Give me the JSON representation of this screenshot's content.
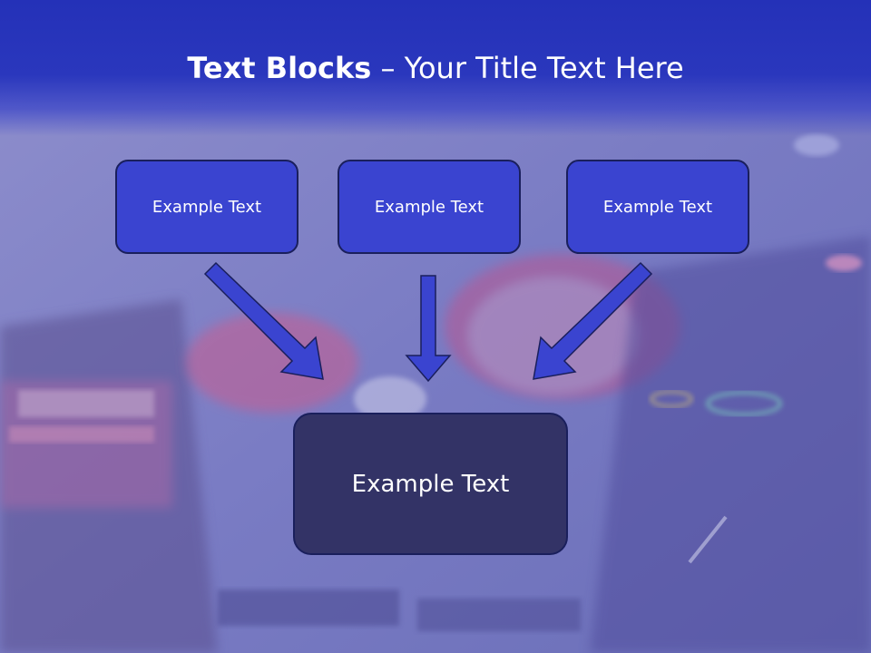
{
  "title": {
    "strong": "Text Blocks",
    "dash": " – ",
    "light": "Your Title Text Here"
  },
  "blocks": {
    "left": "Example Text",
    "center": "Example Text",
    "right": "Example Text",
    "bottom": "Example Text"
  },
  "colors": {
    "title_band": "#2431b8",
    "small_block": "#3a44d0",
    "big_block": "#333366",
    "arrow": "#3a44d0",
    "border": "#1a1f5c"
  }
}
